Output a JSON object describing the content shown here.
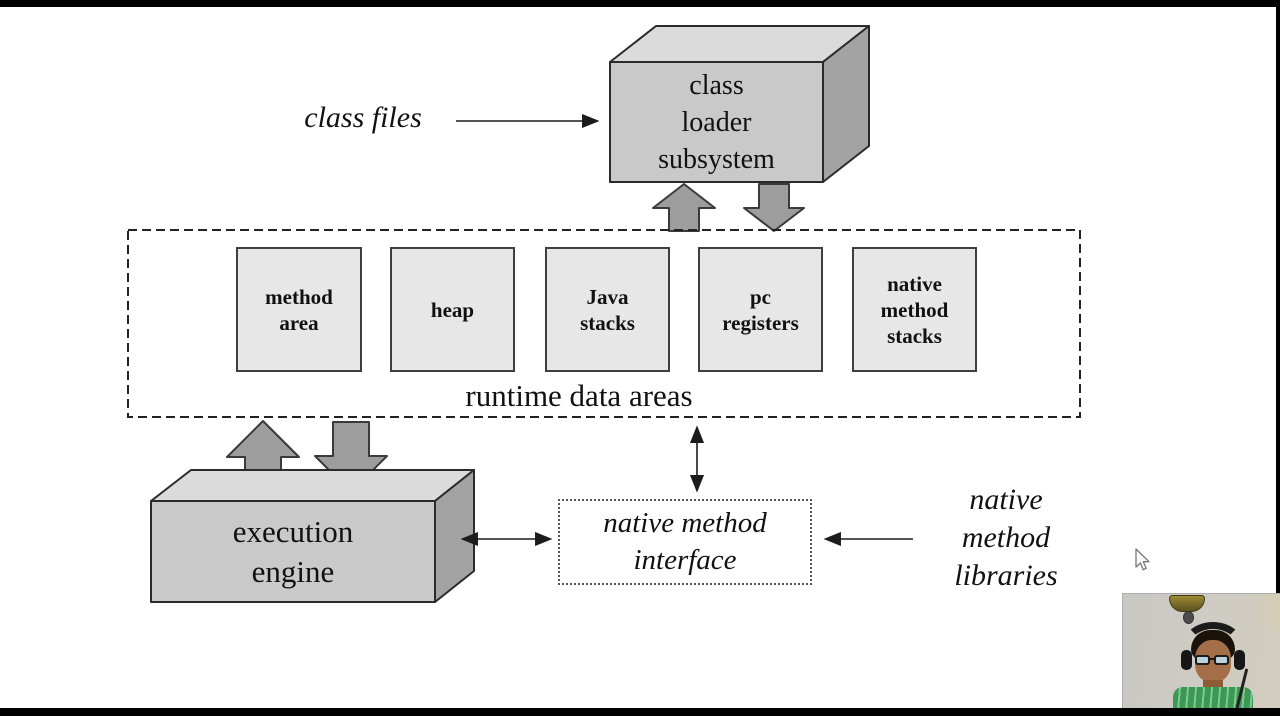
{
  "theme": {
    "face_front": "#c9c9c9",
    "face_top": "#dbdbdb",
    "face_side": "#a3a3a3",
    "box_fill": "#e7e7e7",
    "arrow_fill": "#9d9d9d",
    "arrow_stroke": "#3a3a3a",
    "line_color": "#1c1c1c",
    "frame_black": "#000000",
    "shirt_green": "#3b9855"
  },
  "diagram": {
    "class_files_label": "class files",
    "class_loader_label": "class\nloader\nsubsystem",
    "runtime": {
      "label": "runtime data areas",
      "boxes": [
        {
          "label": "method\narea"
        },
        {
          "label": "heap"
        },
        {
          "label": "Java\nstacks"
        },
        {
          "label": "pc\nregisters"
        },
        {
          "label": "native\nmethod\nstacks"
        }
      ]
    },
    "execution_engine_label": "execution\nengine",
    "native_method_interface_label": "native method\ninterface",
    "native_method_libraries_label": "native\nmethod\nlibraries"
  }
}
